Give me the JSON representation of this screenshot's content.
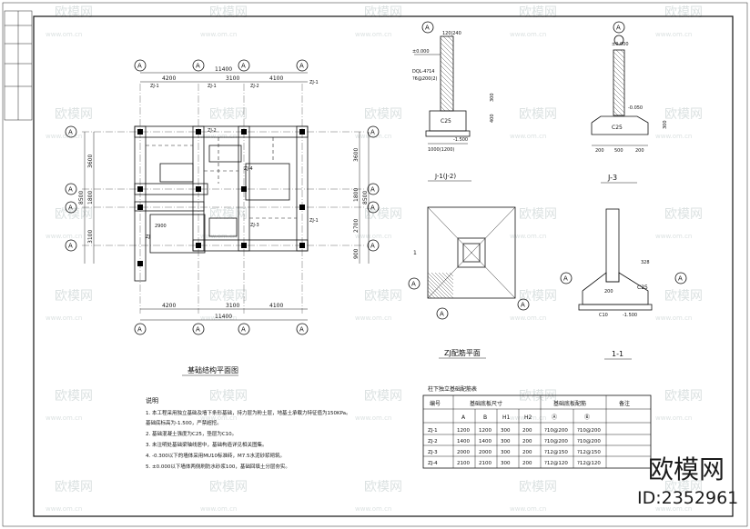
{
  "plan": {
    "title": "基础结构平面图",
    "total_width": "11400",
    "top_bays": [
      "4200",
      "3100",
      "4100"
    ],
    "bottom_bays": [
      "4200",
      "3100",
      "4100"
    ],
    "right_dims": [
      "3600",
      "1800",
      "2700",
      "900"
    ],
    "right_total": "8500",
    "left_dims": [
      "3600",
      "1800",
      "3100"
    ],
    "left_total": "8500",
    "beam_labels": [
      "ZJ-1",
      "ZJ-1",
      "ZJ-2",
      "ZJ-1",
      "ZJ-4",
      "ZJ-3",
      "ZJ-2",
      "ZJ-1",
      "ZJ"
    ],
    "inner_dim": "2900",
    "axis_bubble": "A"
  },
  "sections": {
    "j1": {
      "title": "J-1(J-2)",
      "elev_top": "±0.000",
      "dql": "DQL-4?14",
      "stirrup": "?6@200(2)",
      "concrete": "C25",
      "elev_bottom": "-1.500",
      "width": "1000(1200)",
      "h1": "400",
      "h2": "300",
      "top_dim": "120|240"
    },
    "j3": {
      "title": "J-3",
      "elev_top": "±0.000",
      "elev_mid": "-0.050",
      "concrete": "C25",
      "dims": [
        "200",
        "500",
        "200"
      ],
      "h": "300"
    },
    "zj_plan": {
      "title": "ZJ配筋平面",
      "mark": "1"
    },
    "s11": {
      "title": "1-1",
      "concrete": "C25",
      "c10": "C10",
      "elev": "-1.500",
      "d1": "200",
      "d2": "328"
    }
  },
  "notes": {
    "heading": "说明",
    "lines": [
      "1.  本工程采用独立基础及墙下条形基础，持力层为粉土层，地基土承载力特征值为150KPa。",
      "    基础底标高为-1.500，严禁超挖。",
      "2.  基础混凝土强度为C25，垫层为C10。",
      "3.  未注明处基础梁轴线居中，基础构造详见相关图集。",
      "4.  -0.300以下的墙体采用MU10标准砖，M7.5水泥砂浆砌筑。",
      "5.  ±0.000以下墙体两侧刷防水砂浆100，基础回填土分层夯实。"
    ]
  },
  "table": {
    "title": "柱下独立基础配筋表",
    "headers": [
      "编号",
      "基础底板尺寸",
      "基础底板配筋",
      "备注"
    ],
    "subheaders": [
      "A",
      "B",
      "H1",
      "H2",
      "Ⓐ",
      "Ⓑ"
    ],
    "rows": [
      [
        "ZJ-1",
        "1200",
        "1200",
        "300",
        "200",
        "?10@200",
        "?10@200",
        ""
      ],
      [
        "ZJ-2",
        "1400",
        "1400",
        "300",
        "200",
        "?10@200",
        "?10@200",
        ""
      ],
      [
        "ZJ-3",
        "2000",
        "2000",
        "300",
        "200",
        "?12@150",
        "?12@150",
        ""
      ],
      [
        "ZJ-4",
        "2100",
        "2100",
        "300",
        "200",
        "?12@120",
        "?12@120",
        ""
      ]
    ]
  },
  "brand": {
    "name": "欧模网",
    "id": "ID:2352961"
  },
  "watermark": {
    "text": "欧模网",
    "url": "www.om.cn"
  }
}
